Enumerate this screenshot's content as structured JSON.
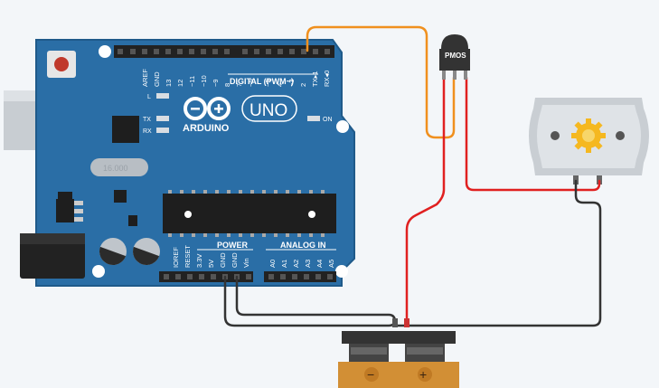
{
  "board": {
    "model": "UNO",
    "brand": "ARDUINO",
    "crystal_label": "16.000",
    "header_digital_label": "DIGITAL (PWM~)",
    "header_power_label": "POWER",
    "header_analog_label": "ANALOG IN",
    "led_l": "L",
    "led_tx": "TX",
    "led_rx": "RX",
    "led_on": "ON",
    "digital_pins": [
      "AREF",
      "GND",
      "13",
      "12",
      "~11",
      "~10",
      "~9",
      "8",
      "7",
      "~6",
      "~5",
      "4",
      "~3",
      "2",
      "TX▸1",
      "RX◂0"
    ],
    "power_pins": [
      "IOREF",
      "RESET",
      "3.3V",
      "5V",
      "GND",
      "GND",
      "Vin"
    ],
    "analog_pins": [
      "A0",
      "A1",
      "A2",
      "A3",
      "A4",
      "A5"
    ]
  },
  "transistor": {
    "label": "PMOS"
  },
  "battery": {
    "minus": "−",
    "plus": "+"
  },
  "colors": {
    "board": "#2a6ea6",
    "board_edge": "#1f5a8a",
    "wire_signal": "#f0901e",
    "wire_positive": "#e02020",
    "wire_ground": "#333333",
    "background": "#f3f6f9"
  }
}
